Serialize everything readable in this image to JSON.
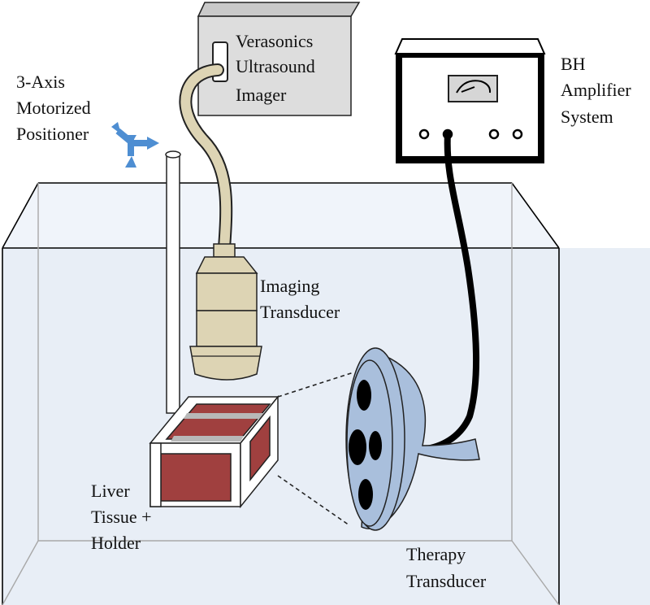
{
  "labels": {
    "imager": [
      "Verasonics",
      "Ultrasound",
      "Imager"
    ],
    "positioner": [
      "3-Axis",
      "Motorized",
      "Positioner"
    ],
    "amplifier": [
      "BH",
      "Amplifier",
      "System"
    ],
    "imaging_transducer": [
      "Imaging",
      "Transducer"
    ],
    "liver": [
      "Liver",
      "Tissue +",
      "Holder"
    ],
    "therapy_transducer": [
      "Therapy",
      "Transducer"
    ]
  },
  "colors": {
    "water": "#e8eef6",
    "liver": "#a0403f",
    "therapy": "#a9bfdc",
    "positioner_arrow": "#4e8ed2",
    "imager_box": "#dddddd",
    "transducer_body": "#ddd4b4"
  },
  "icons": {
    "positioner": "three-axis-arrow-icon",
    "meter": "gauge-meter-icon"
  }
}
